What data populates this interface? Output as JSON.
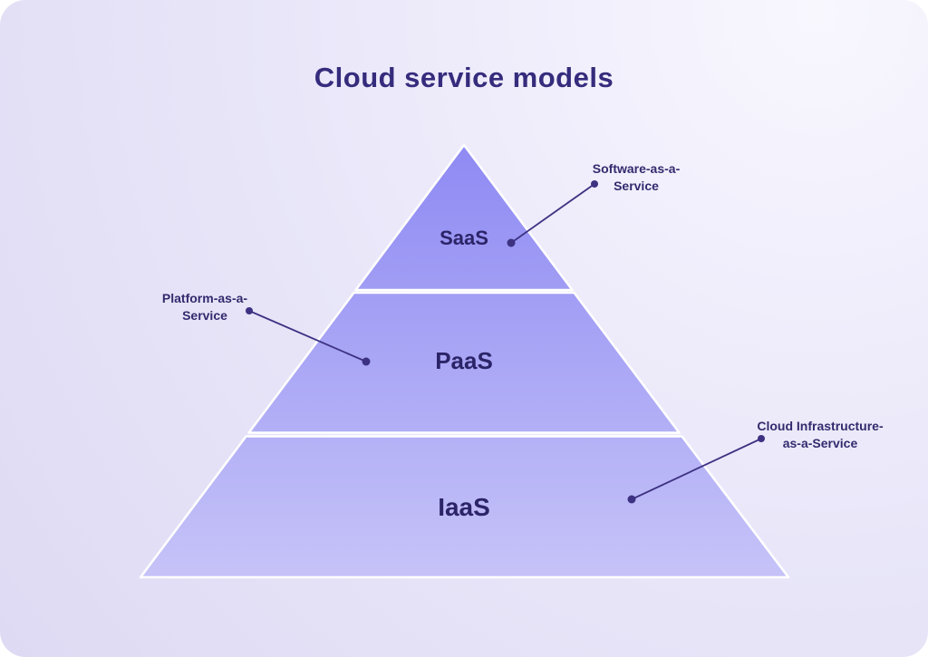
{
  "title": "Cloud service models",
  "colors": {
    "ink": "#352c7d",
    "connector": "#3d3282",
    "pyramid_top": "#8e8af3",
    "pyramid_bottom": "#c6c3f8",
    "divider": "#ffffff",
    "background_light": "#f8f7fe",
    "background_mid": "#e9e6f9",
    "background_dark": "#dedaf3"
  },
  "pyramid": {
    "tiers": [
      {
        "id": "saas",
        "label": "SaaS"
      },
      {
        "id": "paas",
        "label": "PaaS"
      },
      {
        "id": "iaas",
        "label": "IaaS"
      }
    ]
  },
  "annotations": [
    {
      "id": "software",
      "text": "Software-as-a-\nService"
    },
    {
      "id": "platform",
      "text": "Platform-as-a-\nService"
    },
    {
      "id": "cloudinfra",
      "text": "Cloud Infrastructure-\nas-a-Service"
    }
  ]
}
